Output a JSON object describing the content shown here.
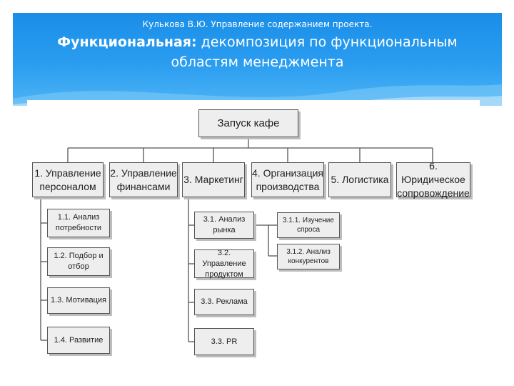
{
  "header": {
    "subtitle": "Кулькова В.Ю. Управление содержанием проекта.",
    "title_bold": "Функциональная:",
    "title_rest": " декомпозиция по функциональным областям менеджмента"
  },
  "diagram": {
    "root": "Запуск кафе",
    "level1": [
      "1. Управление\nперсоналом",
      "2. Управление\nфинансами",
      "3. Маркетинг",
      "4. Организация\nпроизводства",
      "5. Логистика",
      "6. Юридическое\nсопровождение"
    ],
    "personnel_children": [
      "1.1. Анализ\nпотребности",
      "1.2. Подбор и\nотбор",
      "1.3. Мотивация",
      "1.4. Развитие"
    ],
    "marketing_children": [
      "3.1. Анализ\nрынка",
      "3.2. Управление\nпродуктом",
      "3.3. Реклама",
      "3.3. PR"
    ],
    "market_analysis_children": [
      "3.1.1. Изучение\nспроса",
      "3.1.2. Анализ\nконкурентов"
    ]
  }
}
